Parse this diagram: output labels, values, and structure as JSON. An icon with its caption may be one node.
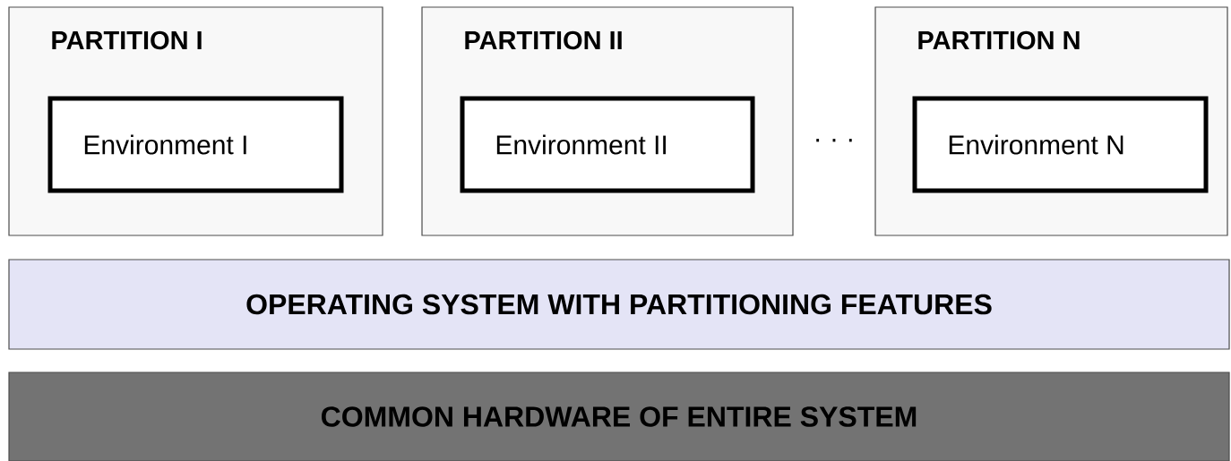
{
  "diagram": {
    "nodes": [
      {
        "text": [
          "PARTITION I"
        ]
      },
      {
        "text": [
          "Environment I"
        ],
        "in": 0
      },
      {
        "text": [
          "PARTITION II"
        ]
      },
      {
        "text": [
          "Environment II"
        ],
        "in": 2
      },
      {
        "text": [
          "PARTITION N"
        ]
      },
      {
        "text": [
          "Environment N"
        ],
        "in": 4
      },
      {
        "text": [
          "OPERATING SYSTEM WITH PARTITIONING FEATURES"
        ]
      },
      {
        "text": [
          "COMMON HARDWARE OF ENTIRE SYSTEM"
        ]
      }
    ],
    "labels": [
      "· · ·"
    ]
  }
}
